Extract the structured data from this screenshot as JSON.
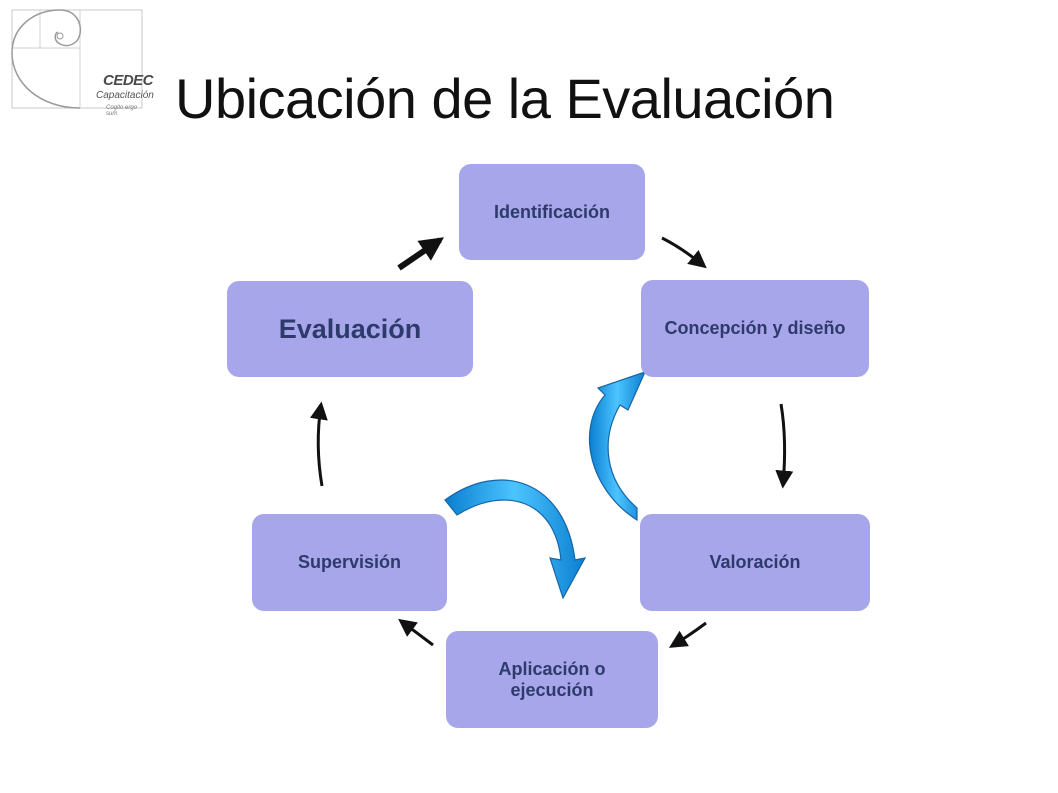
{
  "logo": {
    "brand": "CEDEC",
    "subtitle": "Capacitación",
    "motto": "Cogito ergo sum"
  },
  "title": "Ubicación de la Evaluación",
  "diagram": {
    "nodes": [
      {
        "id": "identificacion",
        "label": "Identificación"
      },
      {
        "id": "concepcion",
        "label": "Concepción y diseño"
      },
      {
        "id": "valoracion",
        "label": "Valoración"
      },
      {
        "id": "aplicacion",
        "label": "Aplicación o ejecución"
      },
      {
        "id": "supervision",
        "label": "Supervisión"
      },
      {
        "id": "evaluacion",
        "label": "Evaluación"
      }
    ],
    "cycle_arrows": [
      {
        "from": "identificacion",
        "to": "concepcion"
      },
      {
        "from": "concepcion",
        "to": "valoracion"
      },
      {
        "from": "valoracion",
        "to": "aplicacion"
      },
      {
        "from": "aplicacion",
        "to": "supervision"
      },
      {
        "from": "supervision",
        "to": "evaluacion"
      },
      {
        "from": "evaluacion",
        "to": "identificacion"
      }
    ],
    "feedback_arrows": [
      {
        "from": "valoracion",
        "to": "concepcion",
        "color": "#1aa3e8"
      },
      {
        "from": "supervision",
        "to": "aplicacion",
        "color": "#1aa3e8"
      }
    ],
    "colors": {
      "node_fill": "#a7a6ea",
      "node_text": "#2e3a6b",
      "arrow": "#111111",
      "feedback_arrow": "#1aa3e8"
    }
  }
}
